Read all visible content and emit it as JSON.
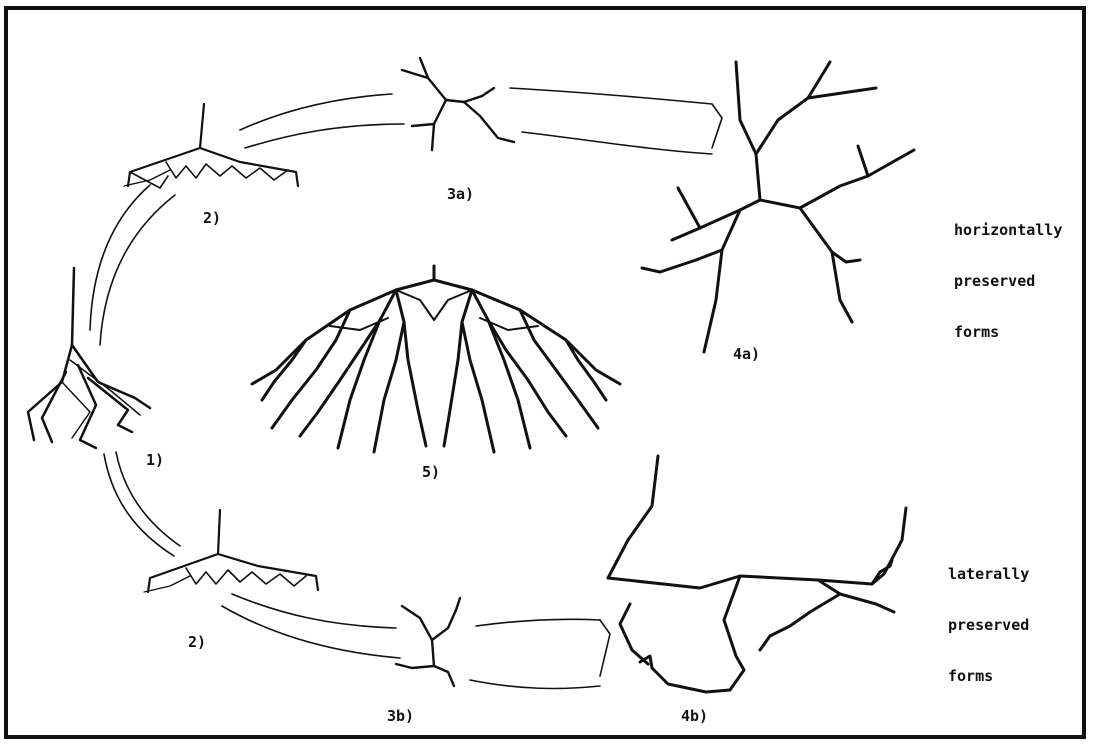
{
  "labels": {
    "stage_1": "1)",
    "stage_2_top": "2)",
    "stage_2_bottom": "2)",
    "stage_3a": "3a)",
    "stage_3b": "3b)",
    "stage_4a": "4a)",
    "stage_4b": "4b)",
    "stage_5": "5)"
  },
  "annotations": {
    "horizontal": [
      "horizontally",
      "preserved",
      "forms"
    ],
    "lateral": [
      "laterally",
      "preserved",
      "forms"
    ]
  },
  "colors": {
    "ink": "#111111",
    "background": "#ffffff"
  }
}
